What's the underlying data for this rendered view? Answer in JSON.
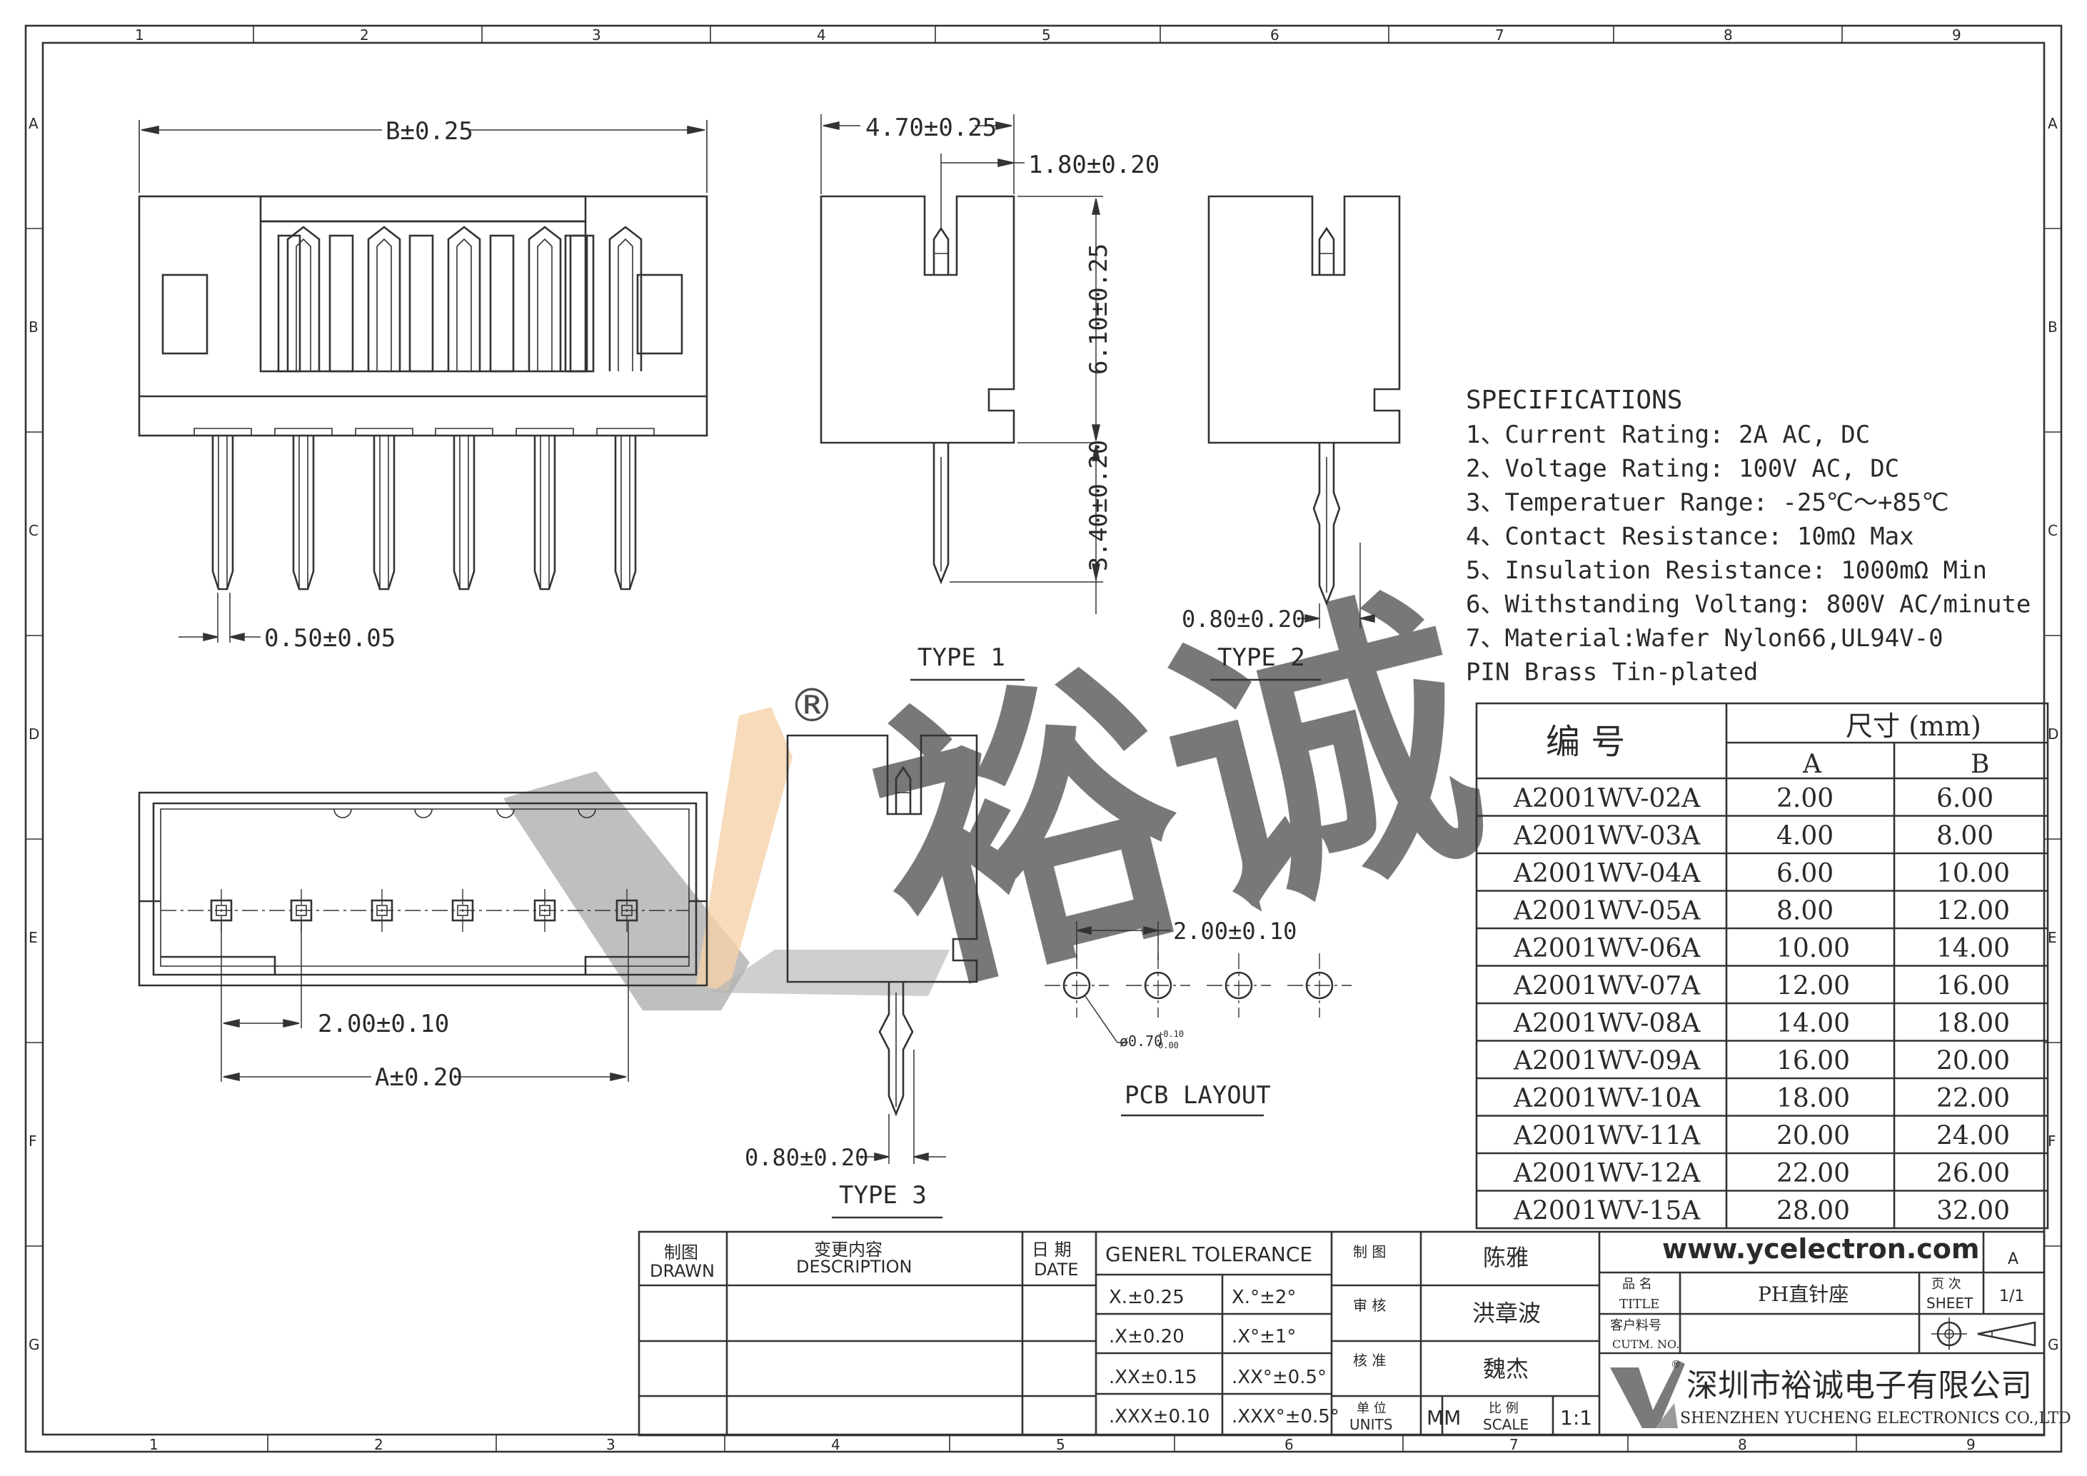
{
  "grid": {
    "cols_top": [
      "1",
      "2",
      "3",
      "4",
      "5",
      "6",
      "7",
      "8",
      "9"
    ],
    "cols_bottom": [
      "1",
      "2",
      "3",
      "4",
      "5",
      "6",
      "7",
      "8",
      "9"
    ],
    "rows": [
      "A",
      "B",
      "C",
      "D",
      "E",
      "F",
      "G"
    ]
  },
  "dimensions": {
    "b": "B±0.25",
    "w470": "4.70±0.25",
    "w180": "1.80±0.20",
    "h610": "6.10±0.25",
    "h340": "3.40±0.20",
    "pin050": "0.50±0.05",
    "t2_080": "0.80±0.20",
    "pitch": "2.00±0.10",
    "a": "A±0.20",
    "pcb_pitch": "2.00±0.10",
    "hole_main": "ø0.70",
    "hole_tol_top": "+0.10",
    "hole_tol_bot": "0.00",
    "t3_080": "0.80±0.20"
  },
  "labels": {
    "type1": "TYPE  1",
    "type2": "TYPE  2",
    "type3": "TYPE  3",
    "pcb": "PCB LAYOUT"
  },
  "specs": {
    "title": "SPECIFICATIONS",
    "lines": [
      "1、Current Rating: 2A AC, DC",
      "2、Voltage Rating: 100V AC, DC",
      "3、Temperatuer Range: -25℃～+85℃",
      "4、Contact Resistance: 10mΩ  Max",
      "5、Insulation Resistance: 1000mΩ  Min",
      "6、Withstanding Voltang: 800V AC/minute",
      "7、Material:Wafer Nylon66,UL94V-0",
      "   PIN Brass Tin-plated"
    ]
  },
  "table": {
    "header_no": "编  号",
    "header_size": "尺寸 (mm)",
    "col_a": "A",
    "col_b": "B",
    "rows": [
      {
        "no": "A2001WV-02A",
        "a": "2.00",
        "b": "6.00"
      },
      {
        "no": "A2001WV-03A",
        "a": "4.00",
        "b": "8.00"
      },
      {
        "no": "A2001WV-04A",
        "a": "6.00",
        "b": "10.00"
      },
      {
        "no": "A2001WV-05A",
        "a": "8.00",
        "b": "12.00"
      },
      {
        "no": "A2001WV-06A",
        "a": "10.00",
        "b": "14.00"
      },
      {
        "no": "A2001WV-07A",
        "a": "12.00",
        "b": "16.00"
      },
      {
        "no": "A2001WV-08A",
        "a": "14.00",
        "b": "18.00"
      },
      {
        "no": "A2001WV-09A",
        "a": "16.00",
        "b": "20.00"
      },
      {
        "no": "A2001WV-10A",
        "a": "18.00",
        "b": "22.00"
      },
      {
        "no": "A2001WV-11A",
        "a": "20.00",
        "b": "24.00"
      },
      {
        "no": "A2001WV-12A",
        "a": "22.00",
        "b": "26.00"
      },
      {
        "no": "A2001WV-15A",
        "a": "28.00",
        "b": "32.00"
      }
    ]
  },
  "titleblock": {
    "drawn_cn": "制图",
    "drawn_en": "DRAWN",
    "desc_cn": "变更内容",
    "desc_en": "DESCRIPTION",
    "date_cn": "日 期",
    "date_en": "DATE",
    "tol_title": "GENERL  TOLERANCE",
    "tol": [
      {
        "l": "X.±0.25",
        "r": "X.°±2°"
      },
      {
        "l": ".X±0.20",
        "r": ".X°±1°"
      },
      {
        "l": ".XX±0.15",
        "r": ".XX°±0.5°"
      },
      {
        "l": ".XXX±0.10",
        "r": ".XXX°±0.5°"
      }
    ],
    "drawn_role": "制  图",
    "check_role": "审  核",
    "approve_role": "核  准",
    "drawn_name": "陈雅",
    "check_name": "洪章波",
    "approve_name": "魏杰",
    "units_cn": "单 位",
    "units_en": "UNITS",
    "units_val": "MM",
    "scale_cn": "比 例",
    "scale_en": "SCALE",
    "scale_val": "1:1",
    "website": "www.ycelectron.com",
    "rev": "A",
    "name_cn": "品 名",
    "name_en": "TITLE",
    "name_val": "PH直针座",
    "sheet_cn": "页 次",
    "sheet_en": "SHEET",
    "sheet_val": "1/1",
    "cust_cn": "客户料号",
    "cust_en": "CUTM. NO.",
    "company_cn": "深圳市裕诚电子有限公司",
    "company_en": "SHENZHEN YUCHENG ELECTRONICS CO.,LTD",
    "logo_mark": "®"
  },
  "watermark": {
    "text": "裕诚",
    "mark": "®"
  },
  "colors": {
    "line": "#333333",
    "watermark_green": "#cfe8b8",
    "watermark_gray": "#8f8f8f",
    "watermark_orange": "#f6cfa0"
  }
}
